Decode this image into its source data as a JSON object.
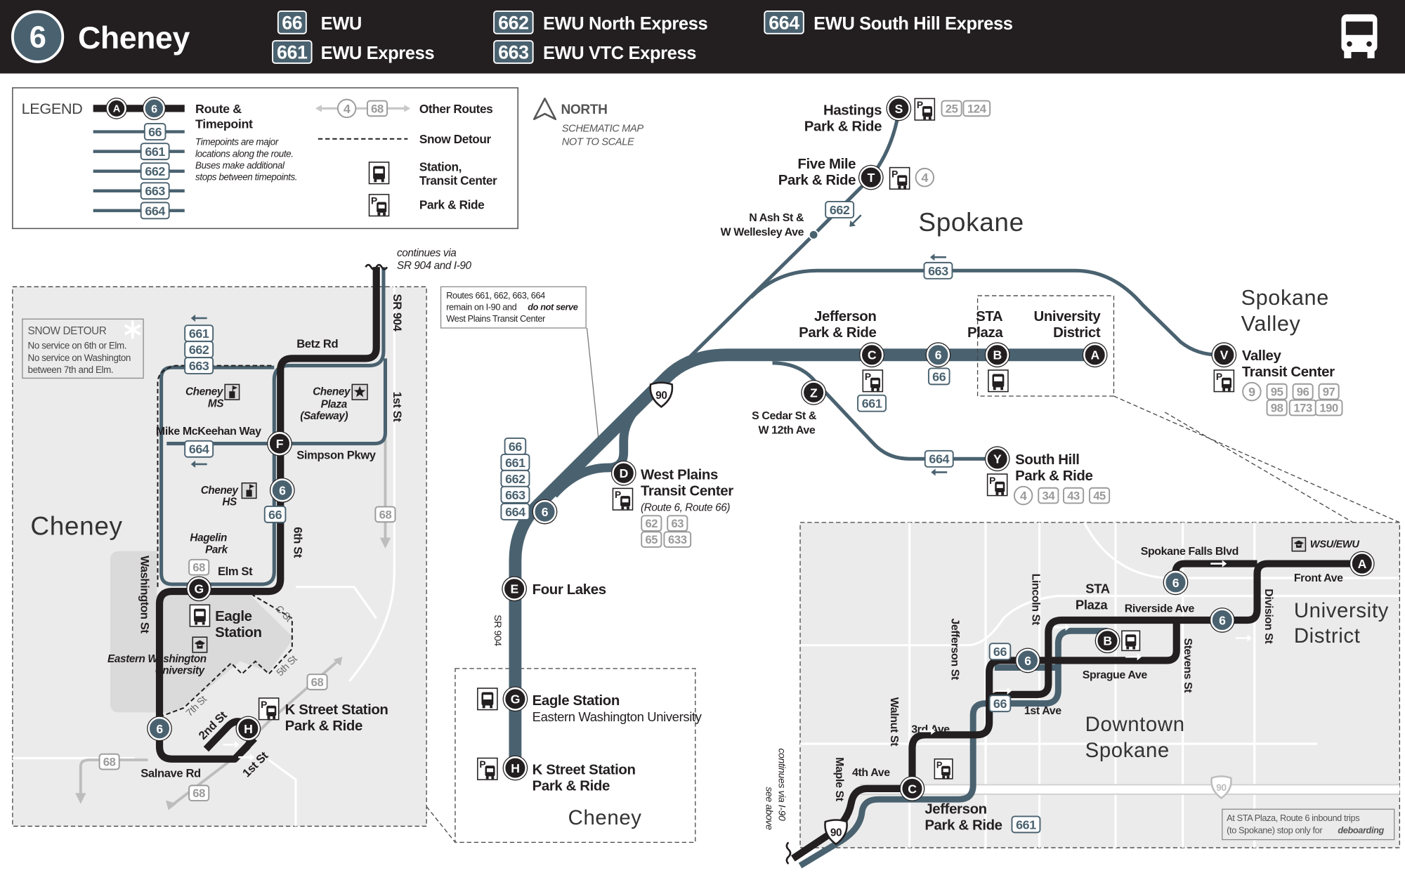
{
  "header": {
    "route_number": "6",
    "title": "Cheney",
    "routes": [
      {
        "number": "66",
        "name": "EWU"
      },
      {
        "number": "661",
        "name": "EWU Express"
      },
      {
        "number": "662",
        "name": "EWU North Express"
      },
      {
        "number": "663",
        "name": "EWU VTC Express"
      },
      {
        "number": "664",
        "name": "EWU South Hill Express"
      }
    ],
    "icon": "bus-icon"
  },
  "colors": {
    "header_bg": "#231f20",
    "route_6": "#231f20",
    "express_routes": "#4a6270",
    "other_routes": "#b5b5b5",
    "inset_bg": "#ebebeb"
  },
  "legend": {
    "title": "LEGEND",
    "timepoint_sample": "A",
    "route_sample": "6",
    "route_timepoint": [
      "Route &",
      "Timepoint"
    ],
    "route_badges": [
      "66",
      "661",
      "662",
      "663",
      "664"
    ],
    "note": [
      "Timepoints are major",
      "locations along the route.",
      "Buses make additional",
      "stops between timepoints."
    ],
    "other_routes_sample": [
      "4",
      "68"
    ],
    "other_routes": "Other Routes",
    "snow_detour": "Snow Detour",
    "station": [
      "Station,",
      "Transit Center"
    ],
    "park_ride": "Park & Ride"
  },
  "north": {
    "label": "NORTH",
    "note": [
      "SCHEMATIC MAP",
      "NOT TO SCALE"
    ]
  },
  "route_marker": "6",
  "cheney": {
    "continues": [
      "continues via",
      "SR 904 and I-90"
    ],
    "snow_box": {
      "title": "SNOW DETOUR",
      "lines": [
        "No service on 6th or Elm.",
        "No service on Washington",
        "between 7th and Elm."
      ]
    },
    "area": "Cheney",
    "streets": {
      "betz": "Betz Rd",
      "sr904": "SR 904",
      "first": "1st St",
      "mckeehan": "Mike McKeehan Way",
      "simpson": "Simpson Pkwy",
      "sixth": "6th St",
      "elm": "Elm St",
      "washington": "Washington St",
      "salnave": "Salnave Rd",
      "second": "2nd St",
      "first_south": "1st St",
      "seventh": "7th St",
      "fifth": "5th St",
      "c": "C St"
    },
    "places": {
      "ms": [
        "Cheney",
        "MS"
      ],
      "plaza": [
        "Cheney",
        "Plaza",
        "(Safeway)"
      ],
      "hs": [
        "Cheney",
        "HS"
      ],
      "park": [
        "Hagelin",
        "Park"
      ],
      "ewu": [
        "Eastern Washington",
        "University"
      ],
      "eagle": [
        "Eagle",
        "Station"
      ],
      "kstreet": [
        "K Street Station",
        "Park & Ride"
      ]
    },
    "stops": {
      "F": "F",
      "G": "G",
      "H": "H"
    },
    "badges": {
      "express": [
        "661",
        "662",
        "663"
      ],
      "r664": "664",
      "r66": "66",
      "r68": "68"
    }
  },
  "main": {
    "hastings": {
      "stop": "S",
      "name": [
        "Hastings",
        "Park & Ride"
      ],
      "connections": [
        "25",
        "124"
      ]
    },
    "five_mile": {
      "stop": "T",
      "name": [
        "Five Mile",
        "Park & Ride"
      ],
      "connections": [
        "4"
      ]
    },
    "ash": [
      "N Ash St &",
      "W Wellesley Ave"
    ],
    "city": "Spokane",
    "jefferson": {
      "stop": "C",
      "name": [
        "Jefferson",
        "Park & Ride"
      ],
      "route": "661"
    },
    "sta": {
      "stop": "B",
      "name": [
        "STA",
        "Plaza"
      ]
    },
    "university": {
      "stop": "A",
      "name": [
        "University",
        "District"
      ]
    },
    "valley_area": [
      "Spokane",
      "Valley"
    ],
    "valley": {
      "stop": "V",
      "name": [
        "Valley",
        "Transit Center"
      ],
      "connections": [
        "9",
        "95",
        "96",
        "97",
        "98",
        "173",
        "190"
      ]
    },
    "cedar": {
      "stop": "Z",
      "name": [
        "S Cedar St &",
        "W 12th Ave"
      ]
    },
    "south_hill": {
      "stop": "Y",
      "name": [
        "South Hill",
        "Park & Ride"
      ],
      "connections": [
        "4",
        "34",
        "43",
        "45"
      ]
    },
    "west_plains": {
      "stop": "D",
      "name": [
        "West Plains",
        "Transit Center"
      ],
      "note": "(Route 6, Route 66)",
      "connections": [
        "62",
        "63",
        "65",
        "633"
      ]
    },
    "four_lakes": {
      "stop": "E",
      "name": "Four Lakes"
    },
    "sr904": "SR 904",
    "i90": "90",
    "route_badges": {
      "r662": "662",
      "r663": "663",
      "r664": "664",
      "r66": "66",
      "stack": [
        "66",
        "661",
        "662",
        "663",
        "664"
      ]
    },
    "note": {
      "line1": "Routes 661, 662, 663, 664",
      "line2a": "remain on I-90 and ",
      "line2b": "do not serve",
      "line3": "West Plains Transit Center"
    }
  },
  "eagle_inset": {
    "g": {
      "stop": "G",
      "name": "Eagle Station",
      "sub": "Eastern Washington University"
    },
    "h": {
      "stop": "H",
      "name": [
        "K Street Station",
        "Park & Ride"
      ]
    },
    "area": "Cheney"
  },
  "downtown": {
    "streets": {
      "spokane_falls": "Spokane Falls Blvd",
      "front": "Front Ave",
      "division": "Division St",
      "lincoln": "Lincoln St",
      "riverside": "Riverside Ave",
      "stevens": "Stevens St",
      "jefferson": "Jefferson St",
      "sprague": "Sprague Ave",
      "first": "1st Ave",
      "walnut": "Walnut St",
      "third": "3rd Ave",
      "fourth": "4th Ave",
      "maple": "Maple St"
    },
    "wsu": "WSU/EWU",
    "area_ud": [
      "University",
      "District"
    ],
    "area_dt": [
      "Downtown",
      "Spokane"
    ],
    "sta": [
      "STA",
      "Plaza"
    ],
    "stops": {
      "A": "A",
      "B": "B",
      "C": "C"
    },
    "jefferson": [
      "Jefferson",
      "Park & Ride"
    ],
    "r661": "661",
    "r66": "66",
    "i90": "90",
    "continues": [
      "continues via I-90",
      "see above"
    ],
    "note": {
      "line1": "At STA Plaza, Route 6 inbound trips",
      "line2a": "(to Spokane) stop only for ",
      "line2b": "deboarding"
    }
  }
}
